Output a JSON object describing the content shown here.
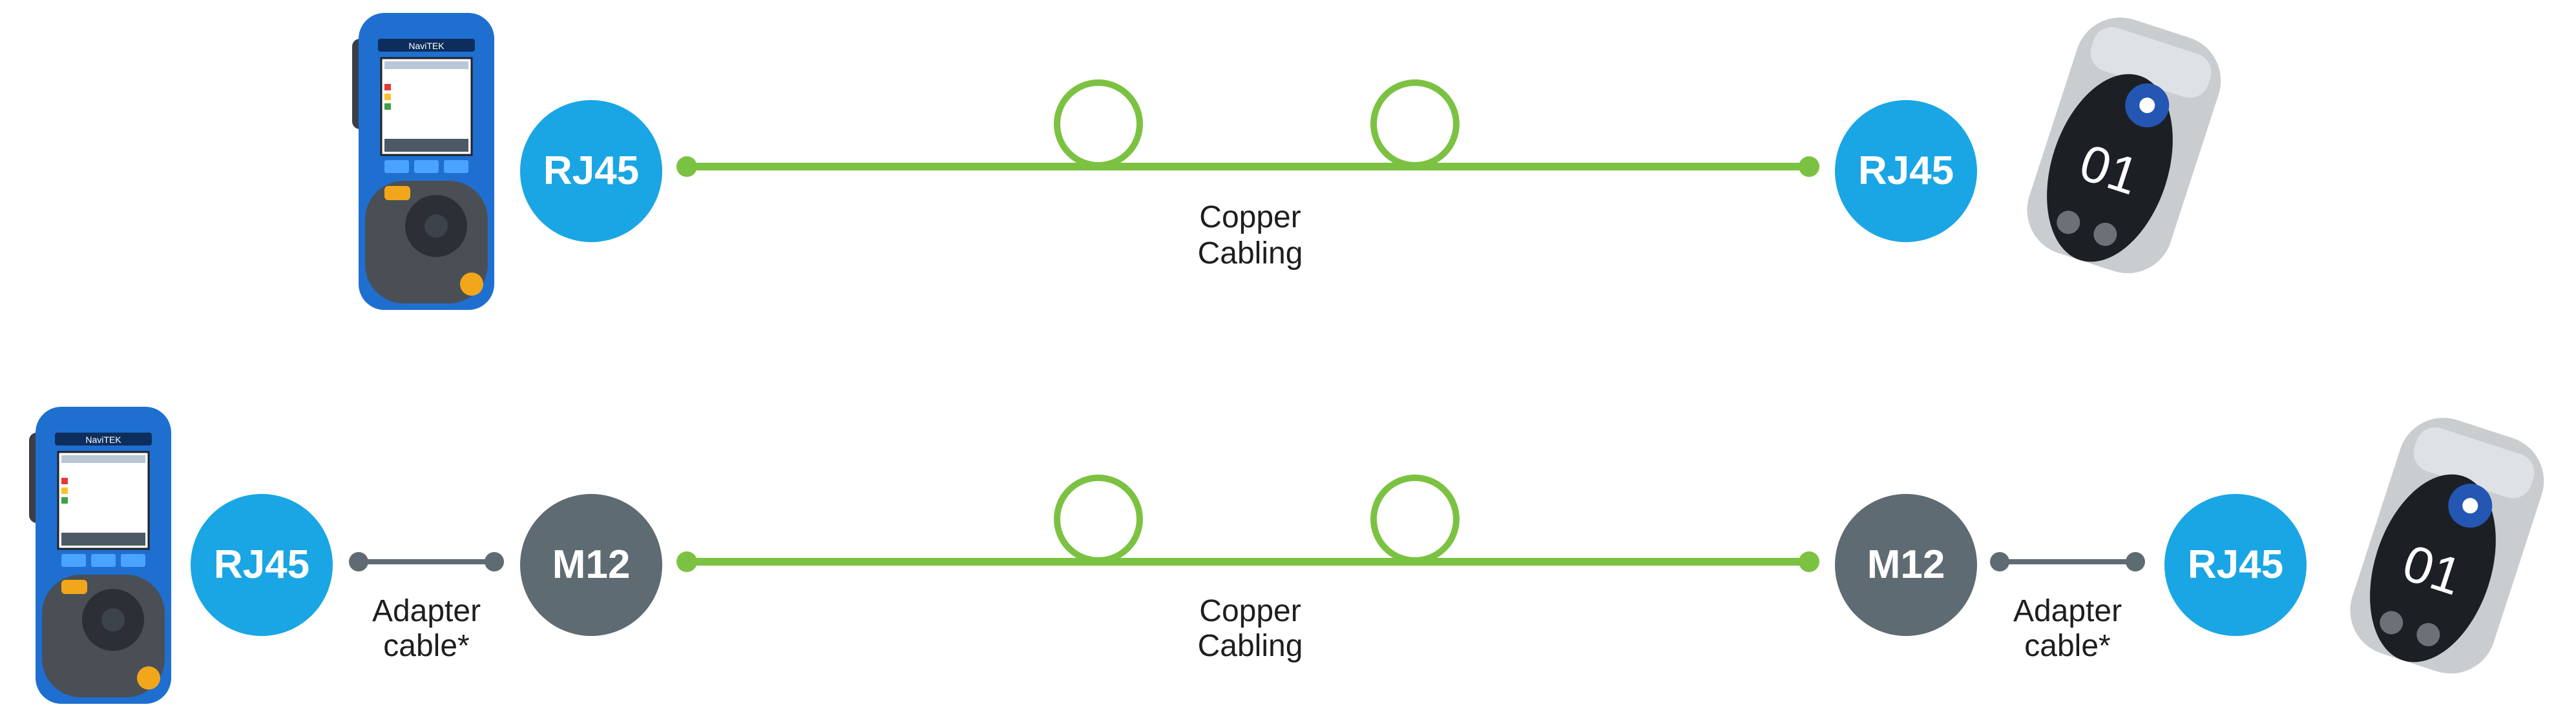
{
  "colors": {
    "blue_connector": "#1aa6e4",
    "grey_connector": "#5f6b72",
    "copper_line": "#7cc242",
    "adapter_line": "#5f6b72",
    "label_text": "#1e1e1e",
    "tester_body": "#1f6fd1",
    "tester_grip": "#4a4f55",
    "remote_body": "#c9cdd0",
    "remote_face": "#1c1f24"
  },
  "row1": {
    "left_connector": "RJ45",
    "right_connector": "RJ45",
    "cable_label": [
      "Copper",
      "Cabling"
    ]
  },
  "row2": {
    "left_connector": "RJ45",
    "left_adapter": "M12",
    "right_adapter": "M12",
    "right_connector": "RJ45",
    "adapter_label_left": [
      "Adapter",
      "cable*"
    ],
    "adapter_label_right": [
      "Adapter",
      "cable*"
    ],
    "cable_label": [
      "Copper",
      "Cabling"
    ]
  },
  "device": {
    "tester_brand": "NaviTEK",
    "remote_display": "01",
    "tester_icon": "handheld-tester-icon",
    "remote_icon": "remote-unit-icon"
  }
}
